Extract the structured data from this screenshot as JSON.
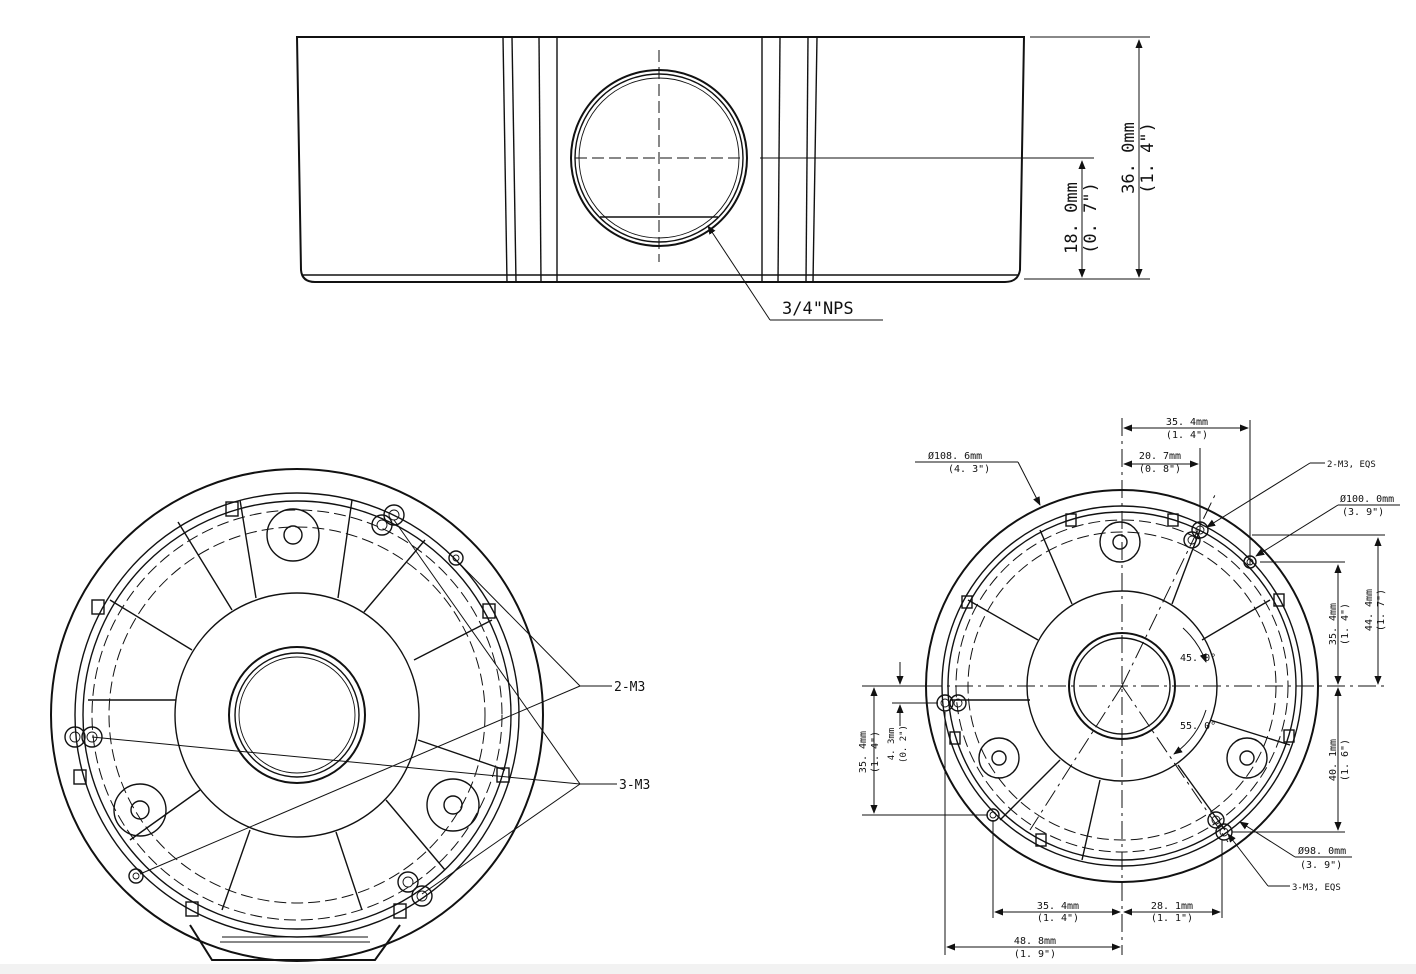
{
  "front_view": {
    "thread_label": "3/4\"NPS",
    "height_total": "36. 0mm",
    "height_total_in": "(1. 4\")",
    "height_center": "18. 0mm",
    "height_center_in": "(0. 7\")"
  },
  "bottom_view_left": {
    "label_a": "2-M3",
    "label_b": "3-M3"
  },
  "bottom_view_right": {
    "top_dim_a": "35. 4mm",
    "top_dim_a_in": "(1. 4\")",
    "top_dim_b": "20. 7mm",
    "top_dim_b_in": "(0. 8\")",
    "diameter_outer": "Ø108. 6mm",
    "diameter_outer_in": "(4. 3\")",
    "hole_label_top": "2-M3, EQS",
    "diameter_100": "Ø100. 0mm",
    "diameter_100_in": "(3. 9\")",
    "right_dim_a": "35. 4mm",
    "right_dim_a_in": "(1. 4\")",
    "right_dim_b": "44. 4mm",
    "right_dim_b_in": "(1. 7\")",
    "right_dim_c": "40. 1mm",
    "right_dim_c_in": "(1. 6\")",
    "angle_a": "45. 0°",
    "angle_b": "55. 0°",
    "left_dim_a": "35. 4mm",
    "left_dim_a_in": "(1. 4\")",
    "left_dim_b": "4. 3mm",
    "left_dim_b_in": "(0. 2\")",
    "diameter_98": "Ø98. 0mm",
    "diameter_98_in": "(3. 9\")",
    "hole_label_bottom": "3-M3, EQS",
    "bottom_dim_a": "35. 4mm",
    "bottom_dim_a_in": "(1. 4\")",
    "bottom_dim_b": "28. 1mm",
    "bottom_dim_b_in": "(1. 1\")",
    "bottom_dim_c": "48. 8mm",
    "bottom_dim_c_in": "(1. 9\")"
  }
}
